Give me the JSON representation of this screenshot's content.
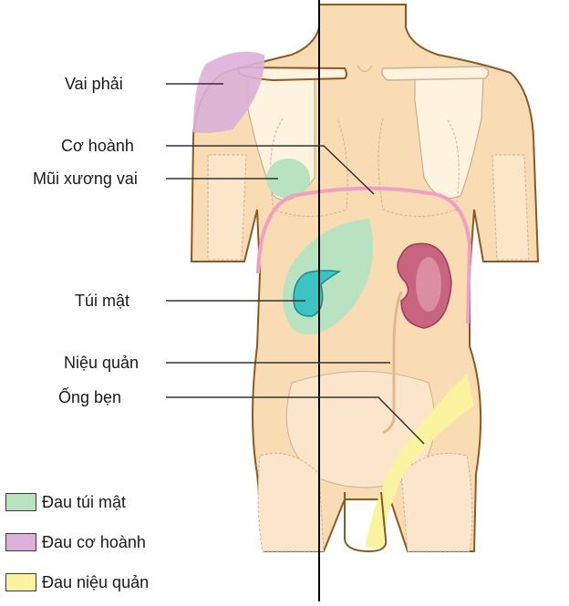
{
  "labels": {
    "vai_phai": "Vai phải",
    "co_hoanh": "Cơ hoành",
    "mui_xuong_vai": "Mũi xương vai",
    "tui_mat": "Túi mật",
    "nieu_quan": "Niệu quản",
    "ong_ben": "Ống bẹn"
  },
  "legend": {
    "items": [
      {
        "label": "Đau túi mật",
        "color": "#b8e2c0"
      },
      {
        "label": "Đau cơ hoành",
        "color": "#dcb0d8"
      },
      {
        "label": "Đau niệu quản",
        "color": "#fbf3a0"
      }
    ]
  },
  "colors": {
    "skin": "#f9dcb4",
    "skin_outline": "#8a5a24",
    "bone": "#fdf3df",
    "gallbladder_pain": "#b8e2c0",
    "diaphragm_pain": "#dcb0d8",
    "ureter_pain": "#fbf3a0",
    "diaphragm": "#f0a0c0",
    "kidney": "#c8647f",
    "gallbladder": "#3cc4c4",
    "leader_line": "#333333",
    "midline": "#000000"
  }
}
